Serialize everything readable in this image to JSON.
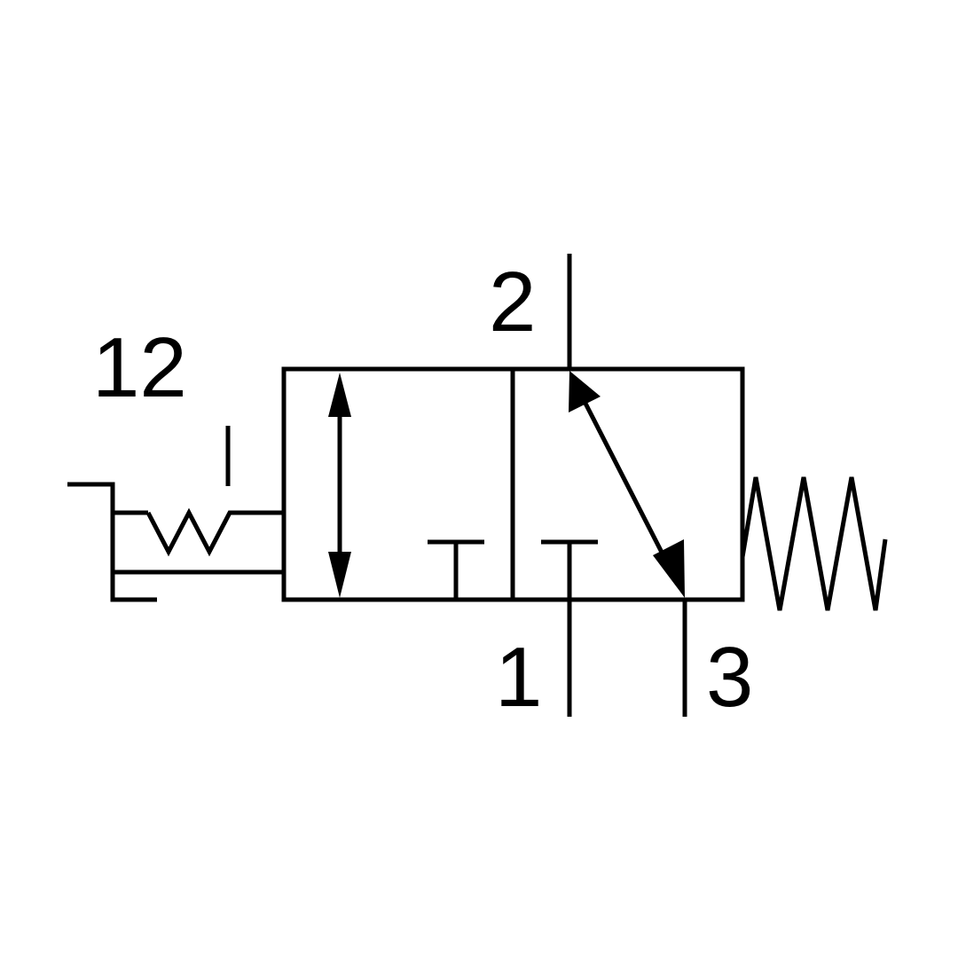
{
  "symbol": "3/2-way valve",
  "ports": {
    "working": "2",
    "pressure": "1",
    "exhaust": "3",
    "pilot": "12"
  },
  "colors": {
    "line": "#000000",
    "background": "#ffffff"
  }
}
